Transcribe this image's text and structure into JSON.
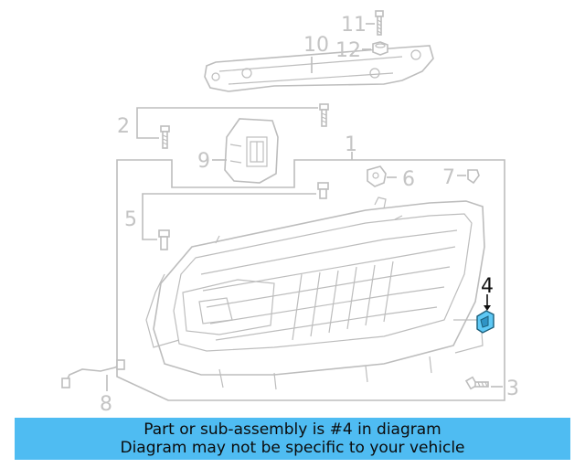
{
  "diagram": {
    "callouts": [
      "1",
      "2",
      "3",
      "4",
      "5",
      "6",
      "7",
      "8",
      "9",
      "10",
      "11",
      "12"
    ],
    "highlight_color": "#5ec8f5",
    "line_color": "#bdbdbd"
  },
  "banner": {
    "line1": "Part or sub-assembly is #4 in diagram",
    "line2": "Diagram may not be specific to your vehicle",
    "color": "#4fbcf2"
  }
}
